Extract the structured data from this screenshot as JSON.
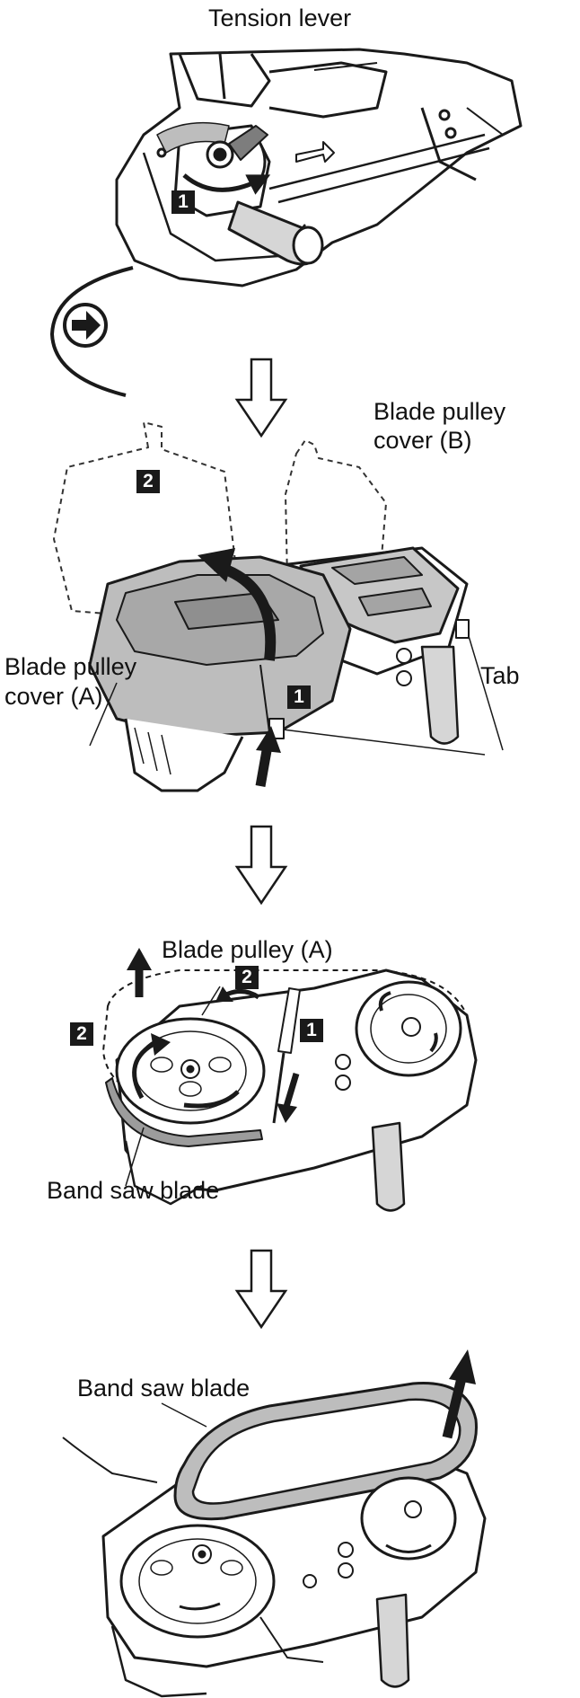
{
  "labels": {
    "tension_lever": "Tension lever",
    "blade_pulley_cover_b_line1": "Blade pulley",
    "blade_pulley_cover_b_line2": "cover (B)",
    "blade_pulley_cover_a_line1": "Blade pulley",
    "blade_pulley_cover_a_line2": "cover (A)",
    "tab": "Tab",
    "blade_pulley_a": "Blade pulley (A)",
    "band_saw_blade_step3": "Band saw blade",
    "band_saw_blade_step4": "Band saw blade"
  },
  "steps": {
    "s1_step1": "1",
    "s2_step1": "1",
    "s2_step2": "2",
    "s3_step1": "1",
    "s3_step2a": "2",
    "s3_step2b": "2"
  },
  "icons": {
    "rotation_direction": "arrow-right-circle-icon",
    "next_step": "hollow-down-arrow-icon"
  },
  "colors": {
    "line": "#1a1a1a",
    "shade": "#b9b9b9",
    "shade_dark": "#8f8f8f",
    "background": "#ffffff"
  }
}
